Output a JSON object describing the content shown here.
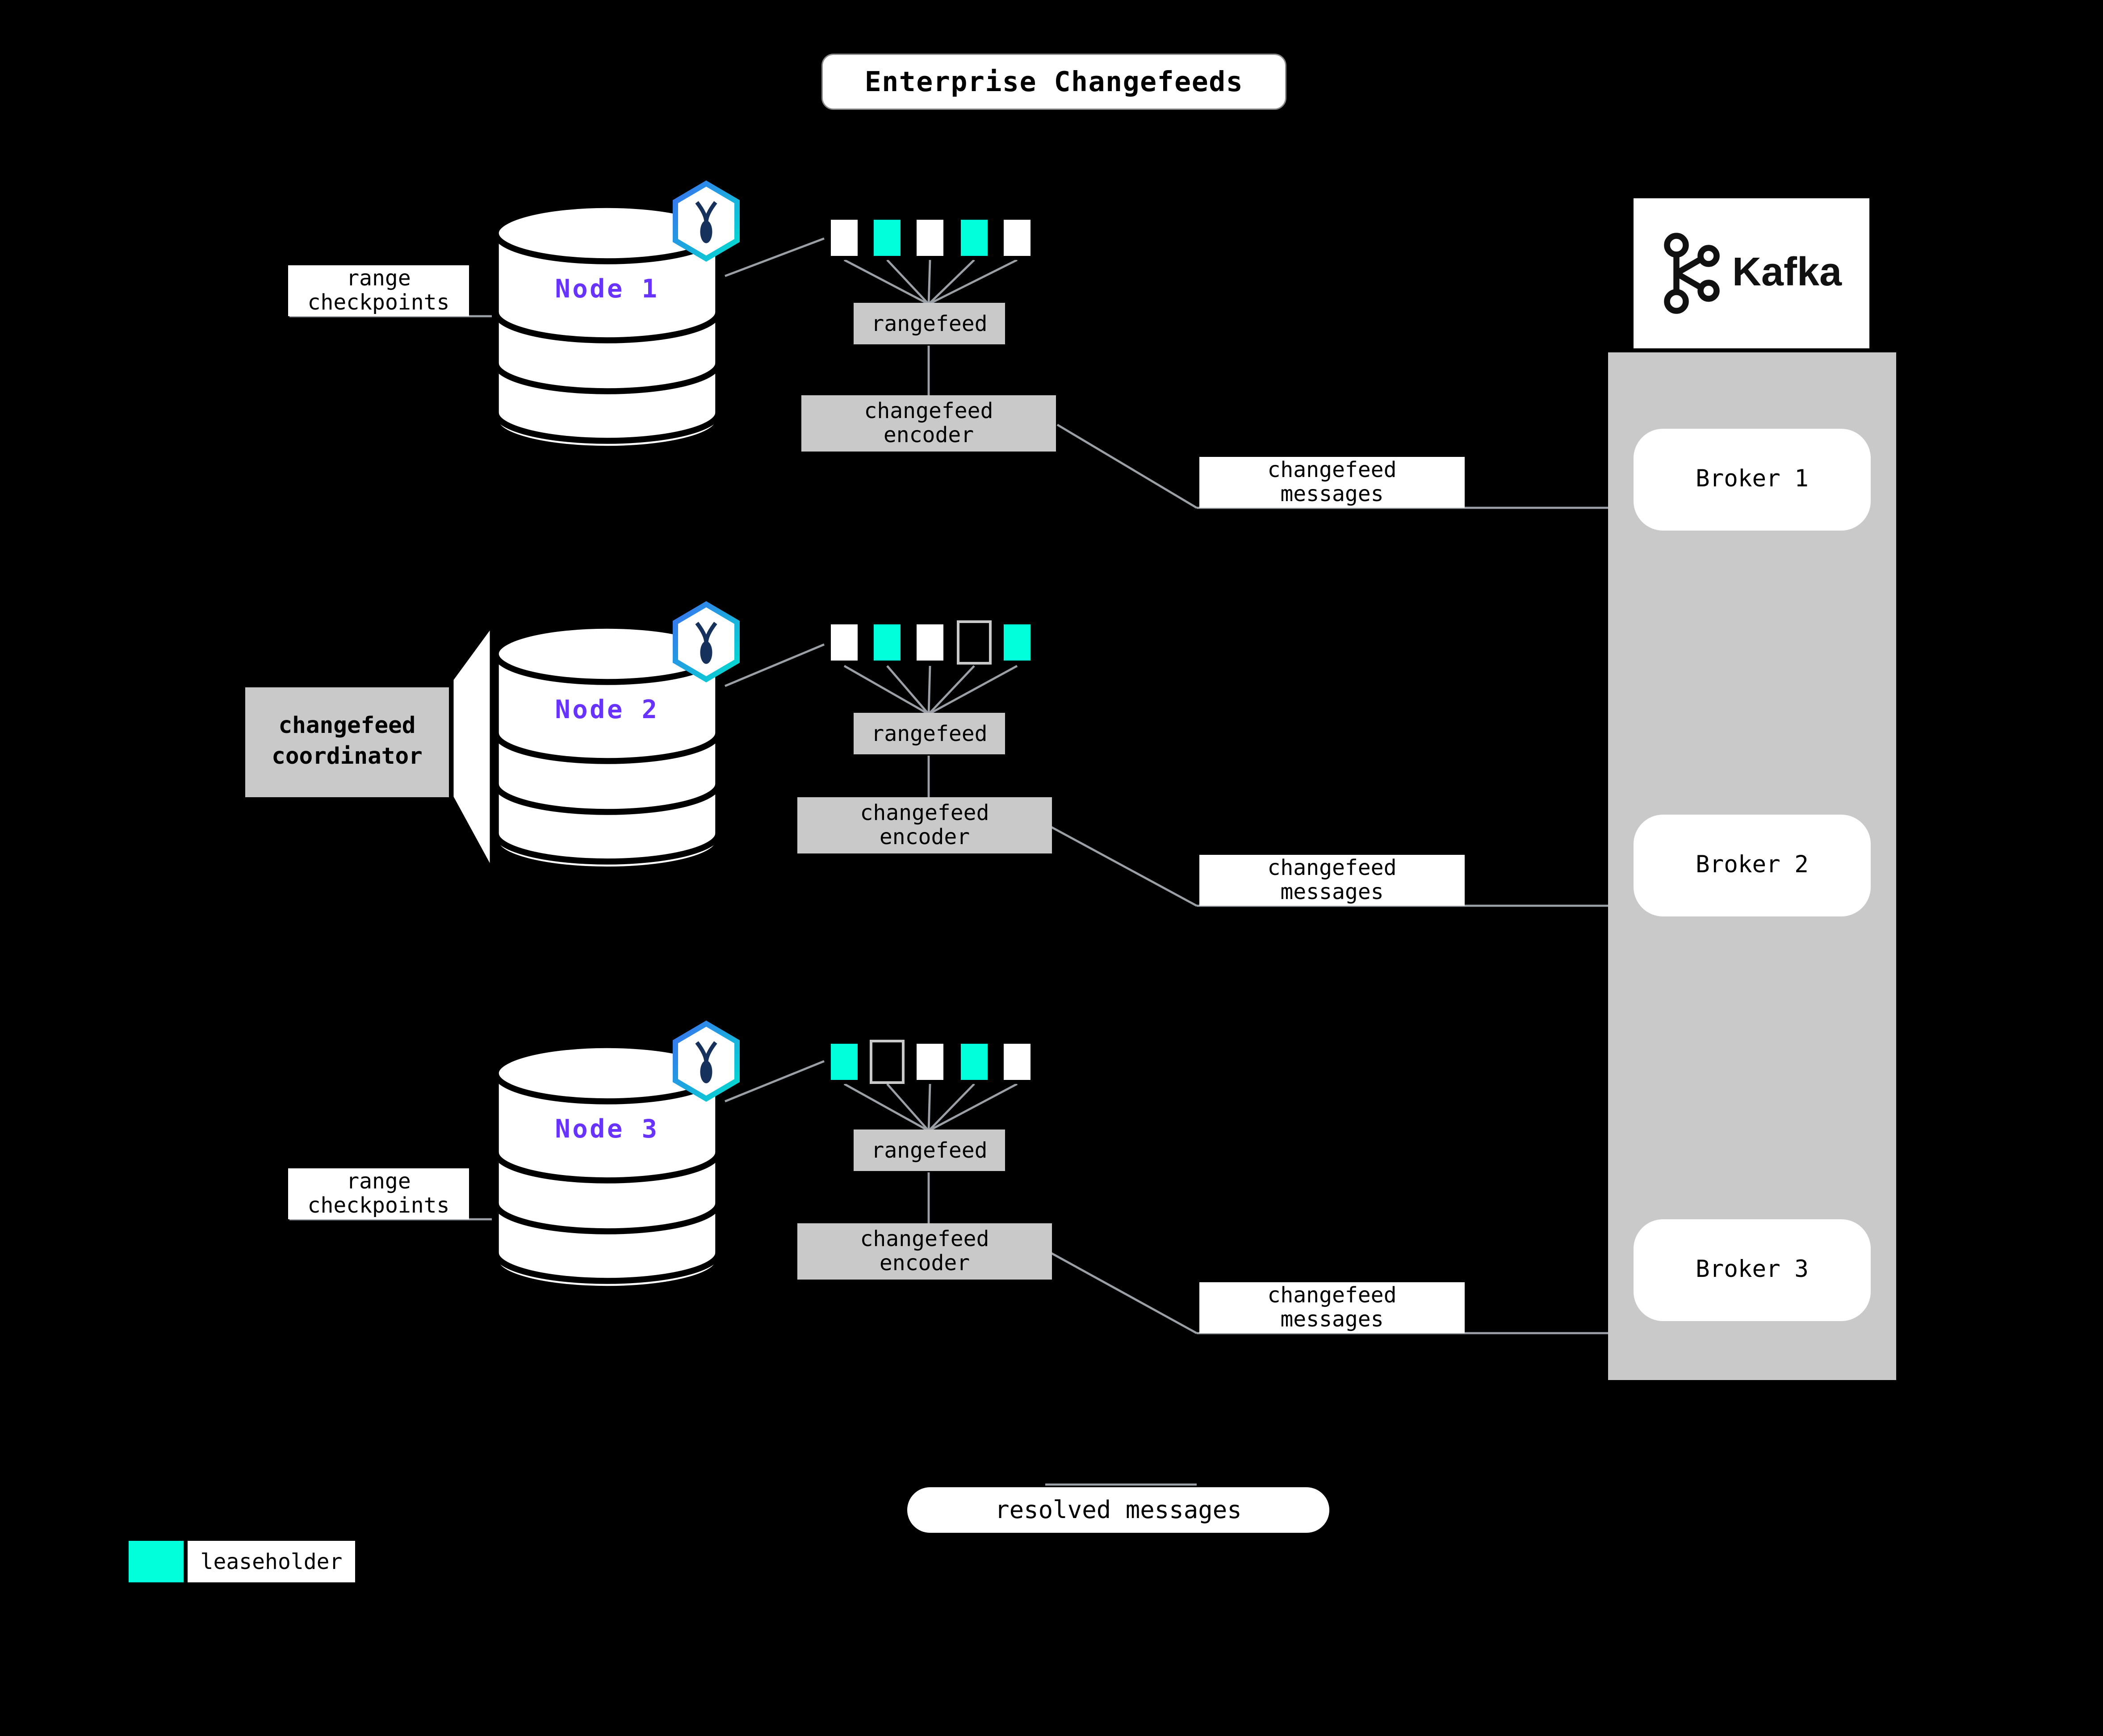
{
  "title": "Enterprise Changefeeds",
  "colors": {
    "background": "#000000",
    "leaseholder": "#00FFDA",
    "node_label": "#6933FF",
    "panel_gray": "#c9c9c9"
  },
  "nodes": [
    {
      "label": "Node 1",
      "side_label": [
        "range",
        "checkpoints"
      ],
      "ranges": [
        "white",
        "cyan",
        "white",
        "cyan",
        "white"
      ],
      "rangefeed": "rangefeed",
      "encoder": [
        "changefeed",
        "encoder"
      ]
    },
    {
      "label": "Node 2",
      "coordinator": [
        "changefeed",
        "coordinator"
      ],
      "ranges": [
        "white",
        "cyan",
        "white",
        "dark",
        "cyan"
      ],
      "rangefeed": "rangefeed",
      "encoder": [
        "changefeed",
        "encoder"
      ]
    },
    {
      "label": "Node 3",
      "side_label": [
        "range",
        "checkpoints"
      ],
      "ranges": [
        "cyan",
        "dark",
        "white",
        "cyan",
        "white"
      ],
      "rangefeed": "rangefeed",
      "encoder": [
        "changefeed",
        "encoder"
      ]
    }
  ],
  "messages": [
    [
      "changefeed",
      "messages"
    ],
    [
      "changefeed",
      "messages"
    ],
    [
      "changefeed",
      "messages"
    ]
  ],
  "kafka": {
    "brand": "Kafka",
    "brokers": [
      "Broker 1",
      "Broker 2",
      "Broker 3"
    ]
  },
  "resolved": "resolved messages",
  "legend": {
    "swatch_color": "#00FFDA",
    "label": "leaseholder"
  }
}
